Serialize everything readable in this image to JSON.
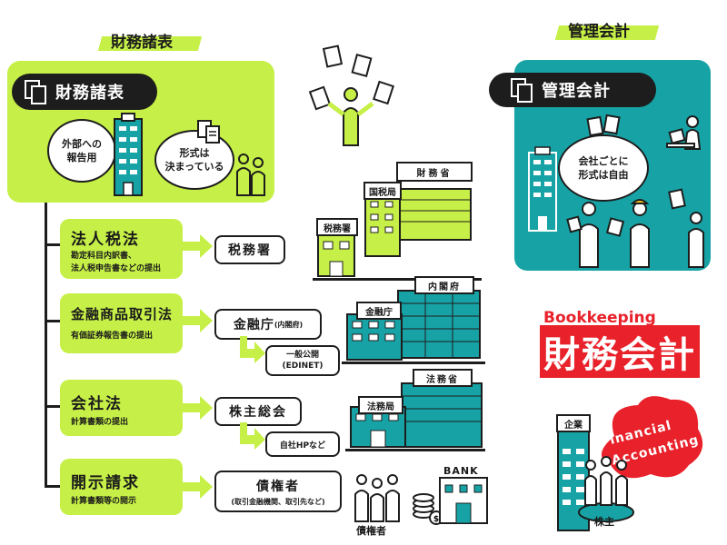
{
  "left": {
    "heading": "財務諸表",
    "panel_title": "財務諸表",
    "bubble_left": [
      "外部への",
      "報告用"
    ],
    "bubble_right": [
      "形式は",
      "決まっている"
    ],
    "items": [
      {
        "title": "法人税法",
        "sub": [
          "勘定科目内訳書、",
          "法人税申告書などの提出"
        ],
        "dest": "税務署"
      },
      {
        "title": "金融商品取引法",
        "sub": [
          "有価証券報告書の提出"
        ],
        "dest": "金融庁",
        "dest_small": "(内閣府)",
        "extra": [
          "一般公開",
          "(EDINET)"
        ]
      },
      {
        "title": "会社法",
        "sub": [
          "計算書類の提出"
        ],
        "dest": "株主総会",
        "extra": [
          "自社HPなど"
        ]
      },
      {
        "title": "開示請求",
        "sub": [
          "計算書類等の開示"
        ],
        "dest": "債権者",
        "dest_small": "(取引金融機関、取引先など)"
      }
    ]
  },
  "middle": {
    "buildings": {
      "zaimusho": "財務省",
      "kokuzeikyoku": "国税局",
      "zeimusho": "税務署",
      "naikakufu": "内閣府",
      "kinyucho": "金融庁",
      "houmusho": "法務省",
      "houmukyoku": "法務局",
      "bank": "BANK"
    },
    "creditors_label": "債権者"
  },
  "right": {
    "heading": "管理会計",
    "panel_title": "管理会計",
    "bubble": [
      "会社ごとに",
      "形式は自由"
    ],
    "bookkeeping": "Bookkeeping",
    "big_title": "財務会計",
    "financial": "Financial",
    "accounting": "Accounting",
    "company_label": "企業",
    "shareholder_label": "株主"
  },
  "colors": {
    "lime": "#c6f047",
    "teal": "#17a3a6",
    "red": "#e8212a",
    "dark": "#1d1d1d"
  }
}
